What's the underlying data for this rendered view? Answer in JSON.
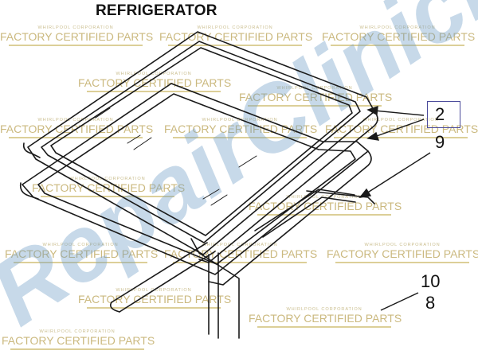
{
  "diagram": {
    "title": "REFRIGERATOR",
    "callouts": {
      "boxed_top": "2",
      "below_boxed": "9",
      "lower_top": "10",
      "lower_bottom": "8"
    }
  },
  "watermark": {
    "corporation": "WHIRLPOOL CORPORATION",
    "text": "FACTORY CERTIFIED PARTS",
    "text_color": "#c9b97f"
  },
  "brand_watermark": {
    "text": "RepairClinicParts",
    "color": "#6f9ec6"
  }
}
